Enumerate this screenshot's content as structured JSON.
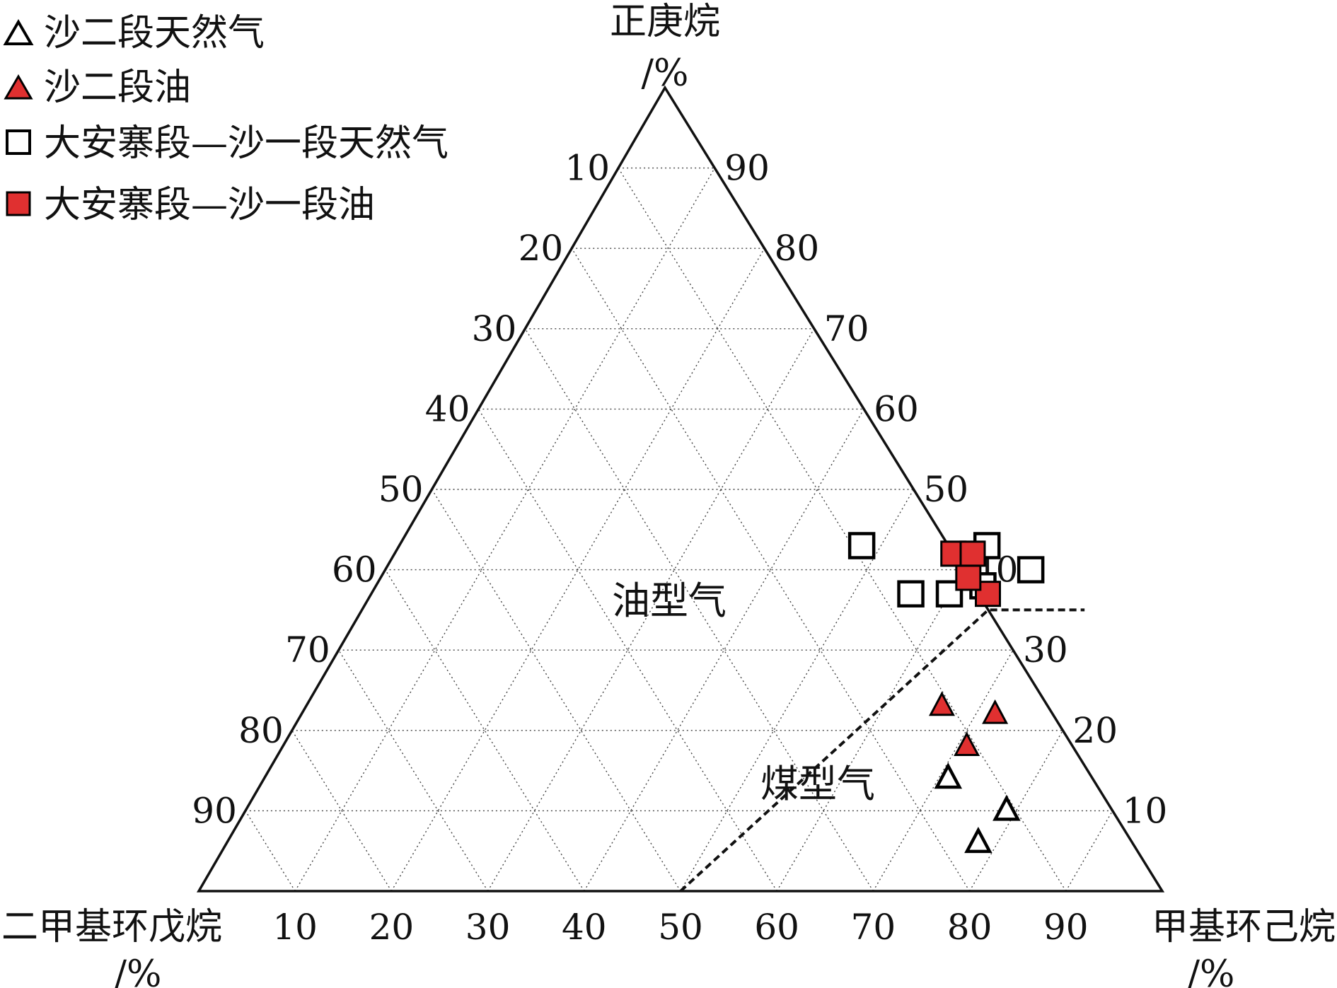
{
  "chart_data": {
    "type": "scatter",
    "subtype": "ternary",
    "axes": {
      "top": {
        "name": "正庚烷",
        "unit": "/%"
      },
      "left": {
        "name": "二甲基环戊烷",
        "unit": "/%"
      },
      "right": {
        "name": "甲基环己烷",
        "unit": "/%"
      }
    },
    "ticks": {
      "left_edge": [
        "10",
        "20",
        "30",
        "40",
        "50",
        "60",
        "70",
        "80",
        "90"
      ],
      "right_edge": [
        "90",
        "80",
        "70",
        "60",
        "50",
        "40",
        "30",
        "20",
        "10"
      ],
      "bottom_edge": [
        "10",
        "20",
        "30",
        "40",
        "50",
        "60",
        "70",
        "80",
        "90"
      ]
    },
    "grid": true,
    "legend_position": "top-left",
    "regions": [
      {
        "label": "油型气"
      },
      {
        "label": "煤型气"
      }
    ],
    "boundary_line": {
      "style": "dashed",
      "points": [
        [
          0,
          50
        ],
        [
          35,
          65
        ],
        [
          35,
          75
        ]
      ],
      "point_units": "[top %, right %]"
    },
    "series": [
      {
        "name": "沙二段天然气",
        "marker": "triangle-open",
        "color": "#000000",
        "points": [
          [
            14,
            71
          ],
          [
            10,
            79
          ],
          [
            6,
            78
          ]
        ],
        "point_units": "[top %, right %]"
      },
      {
        "name": "沙二段油",
        "marker": "triangle-filled",
        "color": "#e03030",
        "points": [
          [
            23,
            66
          ],
          [
            22,
            72
          ],
          [
            18,
            71
          ]
        ],
        "point_units": "[top %, right %]"
      },
      {
        "name": "大安寨段—沙一段天然气",
        "marker": "square-open",
        "color": "#000000",
        "points": [
          [
            43,
            48
          ],
          [
            37,
            56
          ],
          [
            37,
            60
          ],
          [
            38,
            63
          ],
          [
            40,
            67
          ],
          [
            43,
            61
          ]
        ],
        "point_units": "[top %, right %]"
      },
      {
        "name": "大安寨段—沙一段油",
        "marker": "square-filled",
        "color": "#e03030",
        "points": [
          [
            42,
            58
          ],
          [
            42,
            60
          ],
          [
            37,
            64
          ],
          [
            39,
            61
          ]
        ],
        "point_units": "[top %, right %]"
      }
    ]
  }
}
